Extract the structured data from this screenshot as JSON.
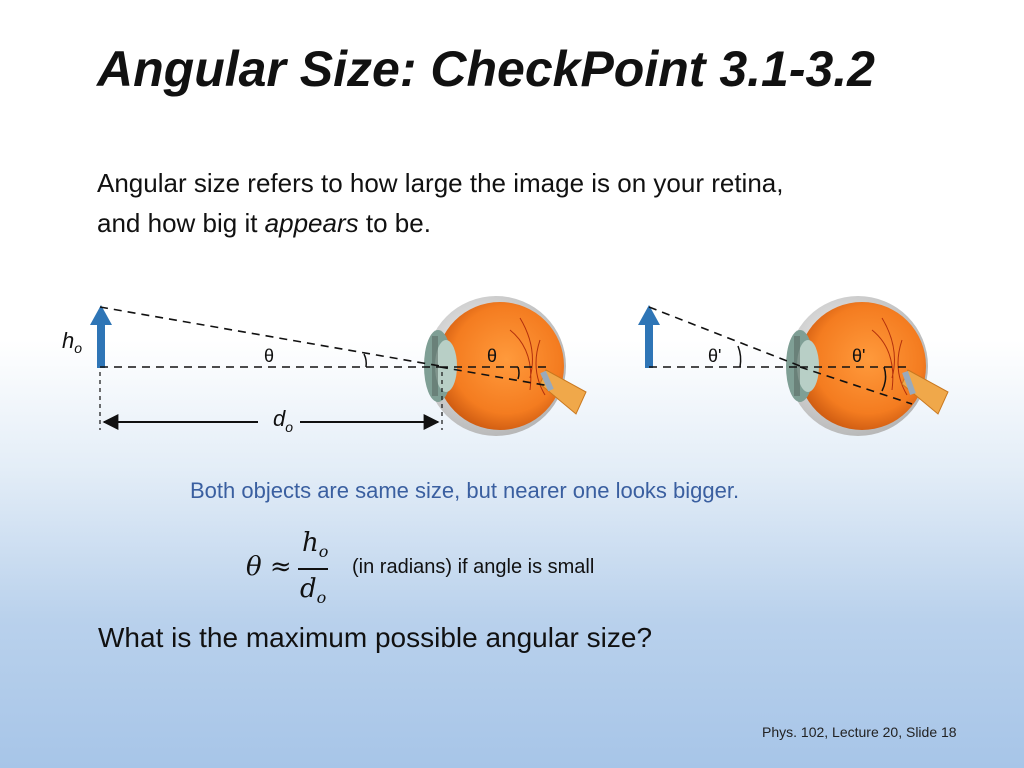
{
  "slide": {
    "title": "Angular Size: CheckPoint 3.1-3.2",
    "intro_line1": "Angular size refers to how large the image is on your retina,",
    "intro_line2_before": "and how big it ",
    "intro_line2_emph": "appears",
    "intro_line2_after": " to be.",
    "caption": "Both objects are same size, but nearer one looks bigger.",
    "formula": {
      "lhs": "θ ≈",
      "numerator": "h",
      "numerator_sub": "o",
      "denominator": "d",
      "denominator_sub": "o"
    },
    "formula_note": "(in radians)  if angle is small",
    "question": "What is the maximum possible angular size?",
    "footer": "Phys. 102, Lecture 20, Slide 18"
  },
  "diagram": {
    "left": {
      "height_label": "h",
      "height_sub": "o",
      "distance_label": "d",
      "distance_sub": "o",
      "angle_outside": "θ",
      "angle_inside": "θ"
    },
    "right": {
      "angle_outside": "θ'",
      "angle_inside": "θ'"
    },
    "colors": {
      "arrow": "#2e75b6",
      "eyeball": "#f47c20",
      "sclera": "#d9d9d9",
      "lens": "#9fb8b0",
      "optic_nerve": "#f0a84a"
    }
  }
}
